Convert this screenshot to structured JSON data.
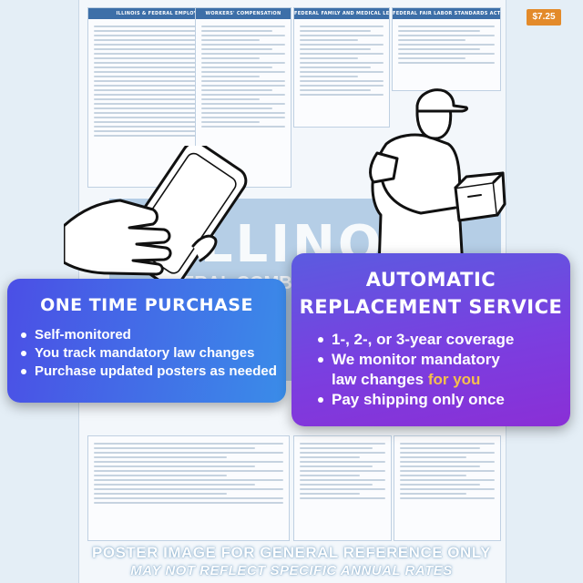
{
  "poster": {
    "header_left": "ILLINOIS & FEDERAL EMPLOYMENT REGULATIONS",
    "header_fmla": "FEDERAL FAMILY AND MEDICAL LEAVE ACT (FMLA)",
    "header_flsa": "FEDERAL FAIR LABOR STANDARDS ACT (FLSA)",
    "header_comp": "WORKERS' COMPENSATION",
    "wage": "$7.25",
    "state_name": "ILLINOIS",
    "state_sub": "ERAL COMBI"
  },
  "left_card": {
    "title": "ONE TIME PURCHASE",
    "bullets": [
      "Self-monitored",
      "You track mandatory law changes",
      "Purchase updated posters as needed"
    ]
  },
  "right_card": {
    "title_line1": "AUTOMATIC",
    "title_line2": "REPLACEMENT SERVICE",
    "bullet1": "1-, 2-, or 3-year coverage",
    "bullet2_line1": "We monitor mandatory",
    "bullet2_line2_a": "law changes ",
    "bullet2_line2_b": "for you",
    "bullet3": "Pay shipping only once",
    "accent_color": "#f5c04c"
  },
  "disclaimer": {
    "line1": "POSTER IMAGE FOR GENERAL REFERENCE ONLY",
    "line2": "MAY NOT REFLECT SPECIFIC ANNUAL RATES"
  }
}
